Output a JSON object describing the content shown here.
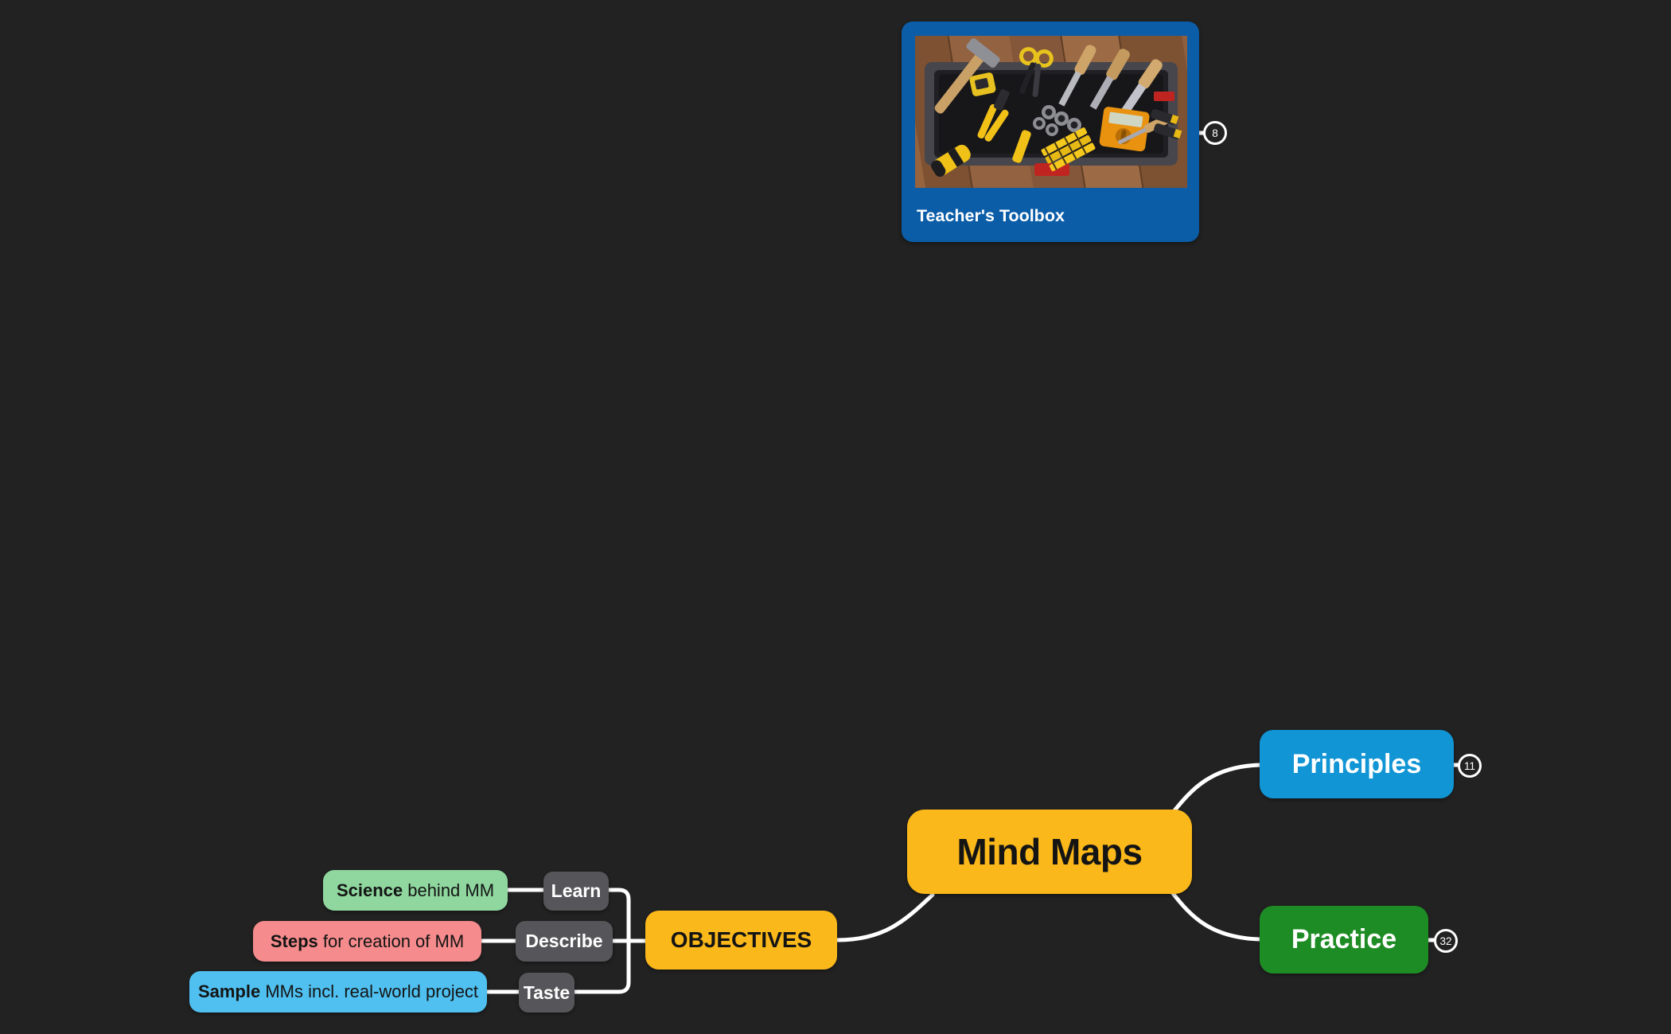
{
  "app": {
    "background_color": "#222222",
    "connector_color": "#ffffff"
  },
  "card": {
    "title": "Teacher's Toolbox",
    "badge_count": "8",
    "color": "#0b5da8",
    "image": "toolbox-with-tools-photo"
  },
  "nodes": {
    "center": {
      "label": "Mind Maps",
      "color": "#fbb81a"
    },
    "principles": {
      "label": "Principles",
      "badge_count": "11",
      "color": "#1195d5"
    },
    "practice": {
      "label": "Practice",
      "badge_count": "32",
      "color": "#1e8c25"
    },
    "objectives": {
      "label": "OBJECTIVES",
      "color": "#fbb81a"
    },
    "learn": {
      "label": "Learn",
      "color": "#56565a"
    },
    "describe": {
      "label": "Describe",
      "color": "#56565a"
    },
    "taste": {
      "label": "Taste",
      "color": "#56565a"
    },
    "science": {
      "label_bold": "Science",
      "label_rest": " behind MM",
      "color": "#8fd79f"
    },
    "steps": {
      "label_bold": "Steps",
      "label_rest": " for creation of MM",
      "color": "#f58b8c"
    },
    "sample": {
      "label_bold": "Sample",
      "label_rest": " MMs incl. real-world project",
      "color": "#4fc0f0"
    }
  }
}
